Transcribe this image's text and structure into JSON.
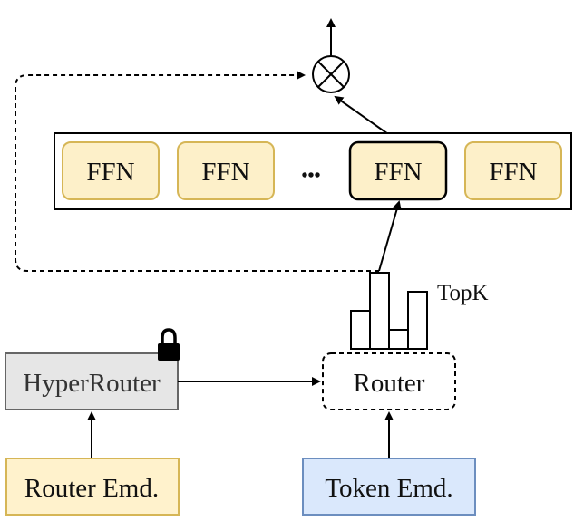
{
  "experts": {
    "labels": [
      "FFN",
      "FFN",
      "FFN",
      "FFN"
    ],
    "ellipsis": "•••",
    "selected_index": 2
  },
  "combine_op": {
    "icon": "multiply-circle-icon"
  },
  "topk": {
    "label": "TopK",
    "bar_levels": [
      0.5,
      1.0,
      0.25,
      0.75
    ]
  },
  "router": {
    "label": "Router"
  },
  "hyperrouter": {
    "label": "HyperRouter",
    "lock_icon": "lock-icon"
  },
  "inputs": {
    "router_emb": "Router Emd.",
    "token_emb": "Token Emd."
  },
  "colors": {
    "expert_fill": "#fdf0c9",
    "expert_border": "#d6b656",
    "hyperrouter_fill": "#e6e6e6",
    "router_emb_fill": "#fff2cc",
    "token_emb_fill": "#dae8fc",
    "token_emb_border": "#6c8ebf"
  }
}
